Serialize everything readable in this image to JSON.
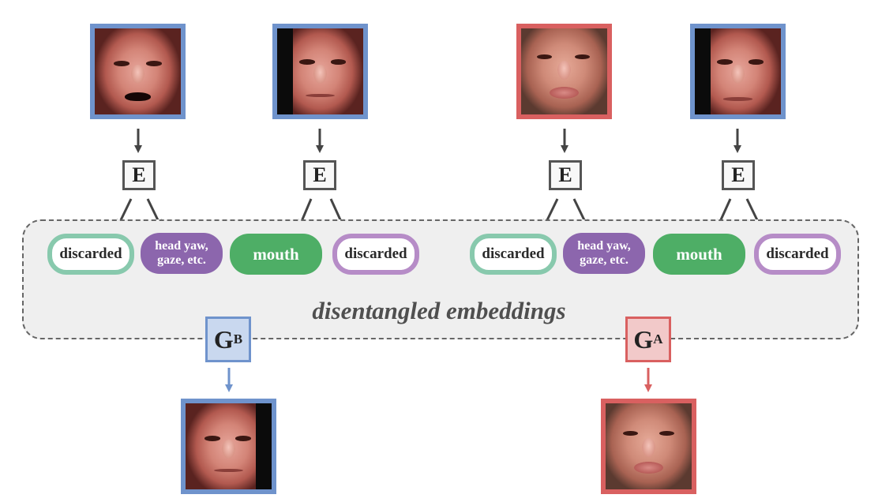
{
  "encoders": [
    {
      "label": "E"
    },
    {
      "label": "E"
    },
    {
      "label": "E"
    },
    {
      "label": "E"
    }
  ],
  "embeddings": {
    "region_label": "disentangled embeddings",
    "left": [
      {
        "label": "discarded",
        "style": "outline-green"
      },
      {
        "label": "head yaw,\ngaze, etc.",
        "style": "fill-purple"
      },
      {
        "label": "mouth",
        "style": "fill-green"
      },
      {
        "label": "discarded",
        "style": "outline-purple"
      }
    ],
    "right": [
      {
        "label": "discarded",
        "style": "outline-green"
      },
      {
        "label": "head yaw,\ngaze, etc.",
        "style": "fill-purple"
      },
      {
        "label": "mouth",
        "style": "fill-green"
      },
      {
        "label": "discarded",
        "style": "outline-purple"
      }
    ]
  },
  "generators": [
    {
      "letter": "G",
      "subscript": "B",
      "color": "blue"
    },
    {
      "letter": "G",
      "subscript": "A",
      "color": "red"
    }
  ],
  "colors": {
    "identity_b": "#6f93cc",
    "identity_a": "#d96060",
    "arrow_dark": "#444444",
    "embedding_green": "#4eae66",
    "embedding_purple": "#8c66ad"
  }
}
